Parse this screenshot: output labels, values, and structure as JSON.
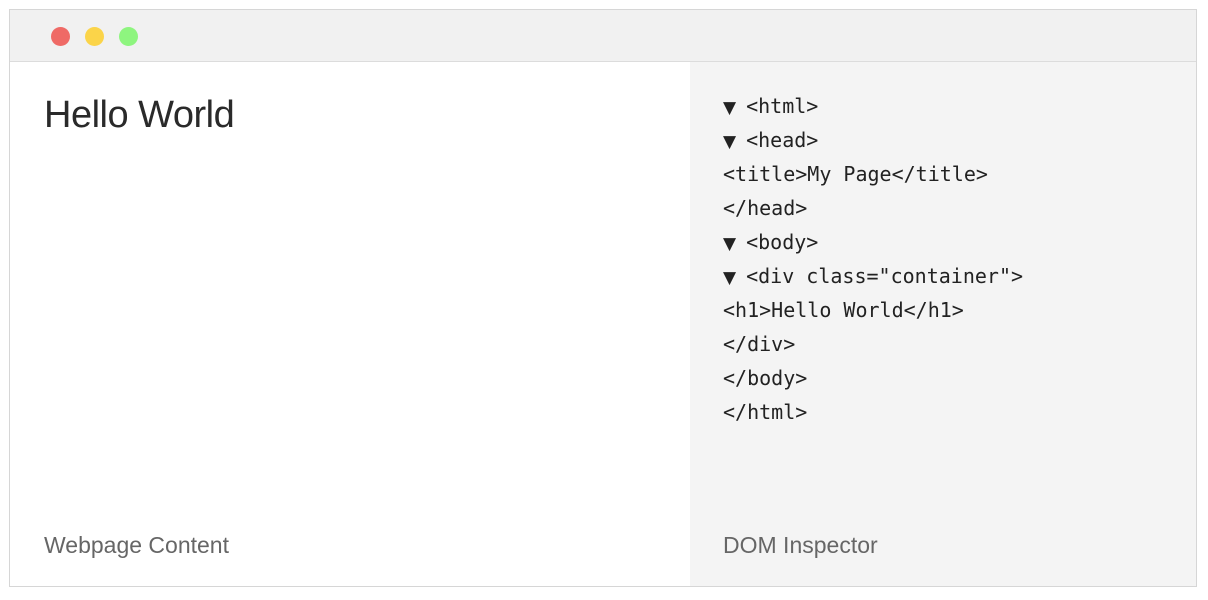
{
  "window": {
    "traffic_lights": {
      "close_color": "#ef6a66",
      "minimize_color": "#fbd449",
      "maximize_color": "#8ef57f"
    }
  },
  "webpage": {
    "heading": "Hello World",
    "caption": "Webpage Content"
  },
  "inspector": {
    "caption": "DOM Inspector",
    "nodes": [
      {
        "text": "<html>",
        "toggle": "collapse-triangle-icon"
      },
      {
        "text": "<head>",
        "toggle": "collapse-triangle-icon"
      },
      {
        "text": "<title>My Page</title>",
        "toggle": ""
      },
      {
        "text": "</head>",
        "toggle": ""
      },
      {
        "text": "<body>",
        "toggle": "collapse-triangle-icon"
      },
      {
        "text": "<div class=\"container\">",
        "toggle": "collapse-triangle-icon"
      },
      {
        "text": "<h1>Hello World</h1>",
        "toggle": ""
      },
      {
        "text": "</div>",
        "toggle": ""
      },
      {
        "text": "</body>",
        "toggle": ""
      },
      {
        "text": "</html>",
        "toggle": ""
      }
    ]
  }
}
